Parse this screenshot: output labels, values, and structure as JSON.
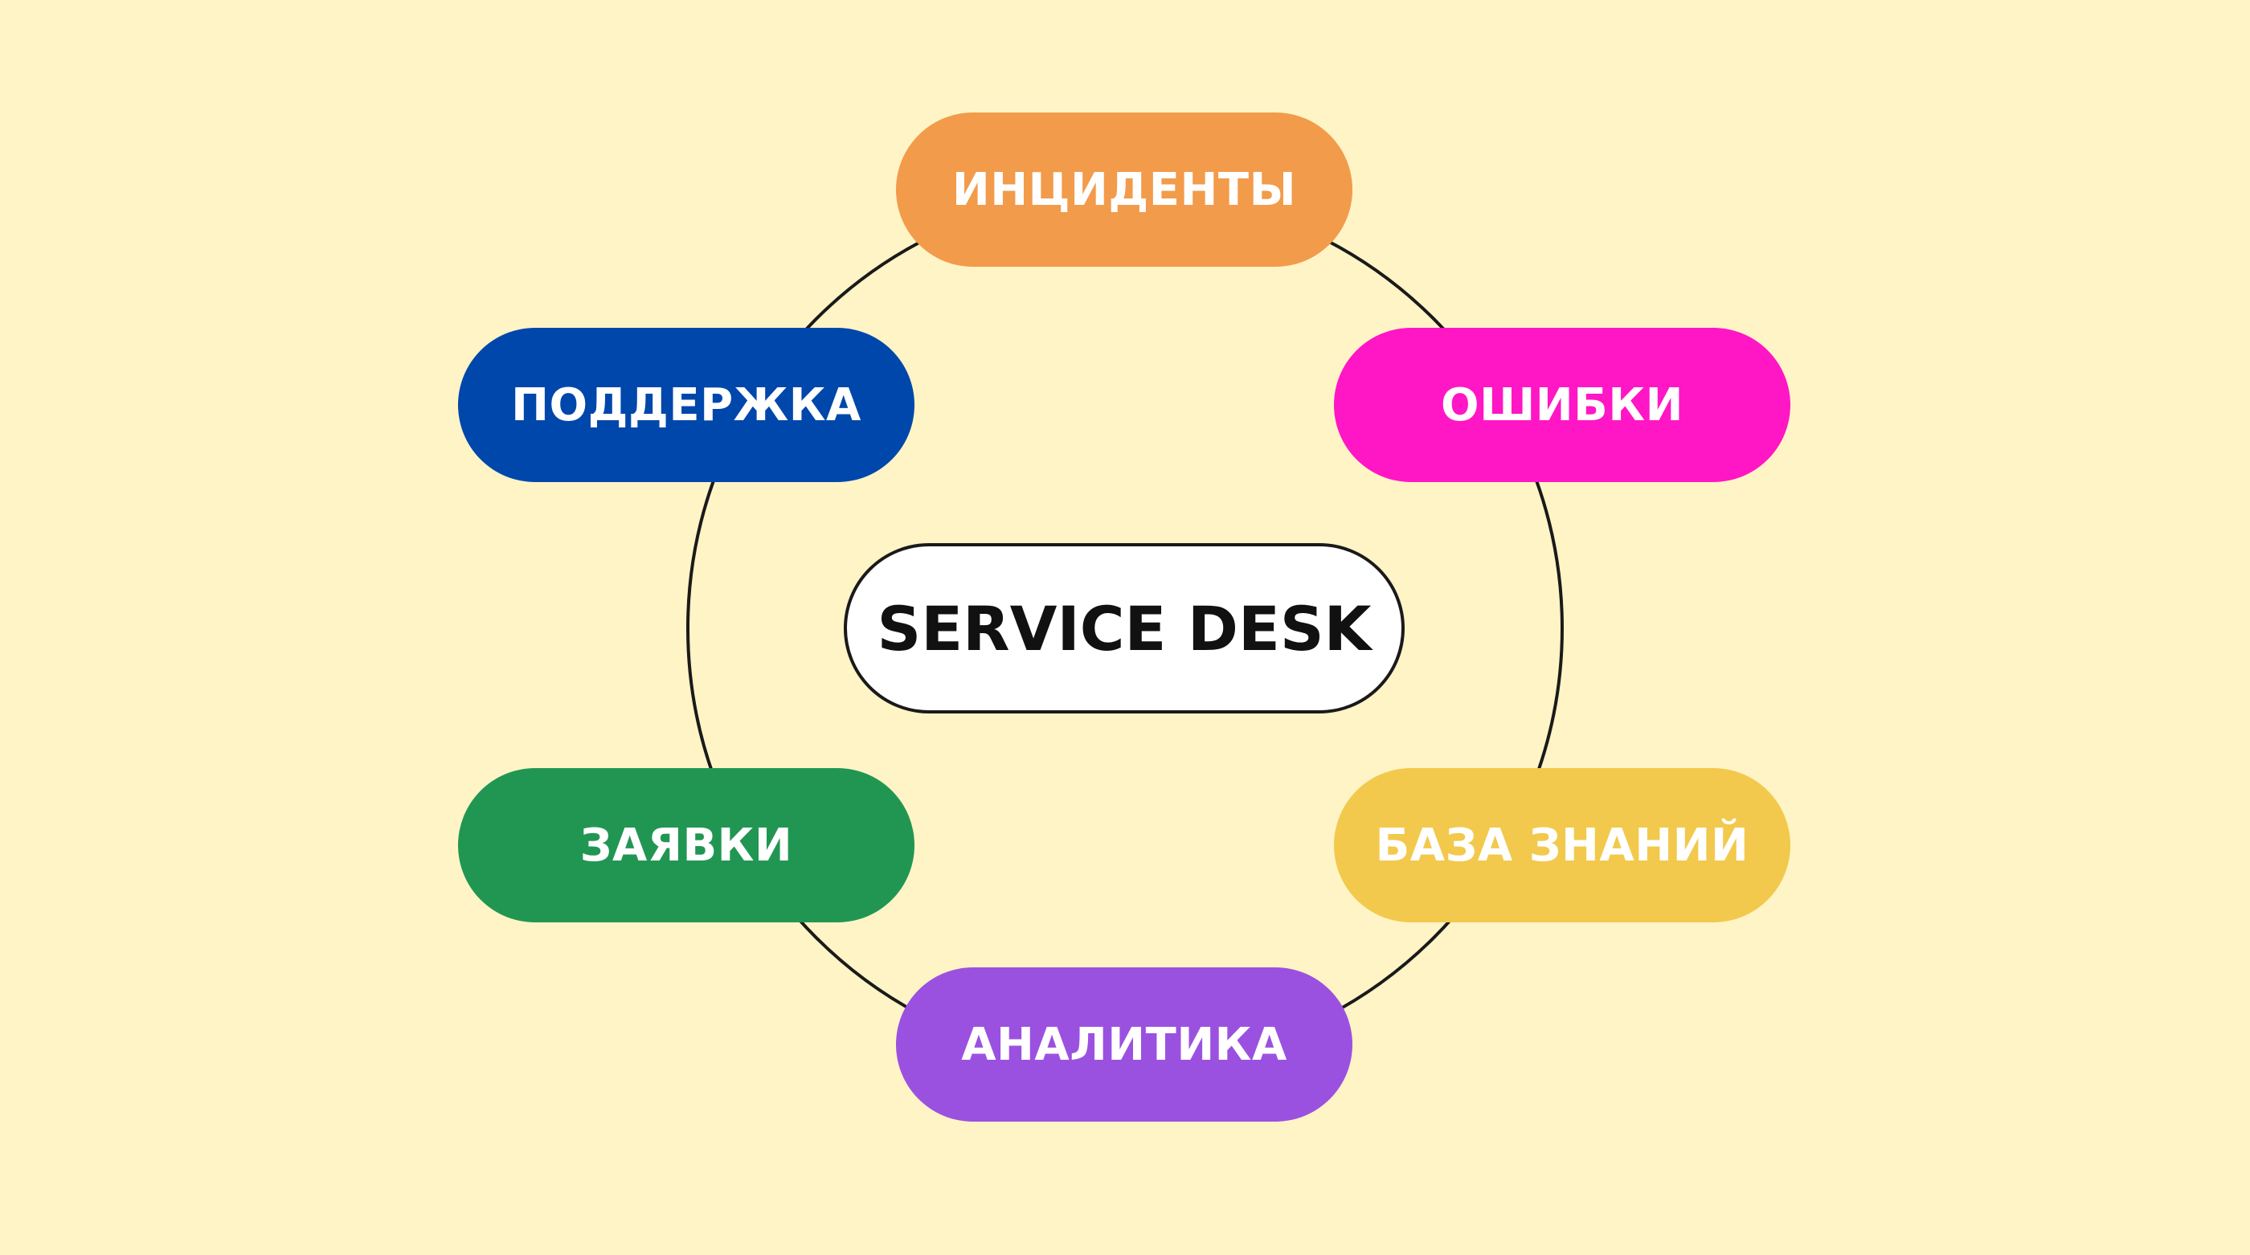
{
  "colors": {
    "background": "#FFF4C6",
    "ring": "#1A1A1A"
  },
  "center": {
    "label": "SERVICE DESK"
  },
  "nodes": [
    {
      "id": "incidents",
      "label": "ИНЦИДЕНТЫ",
      "color": "#F29B4B"
    },
    {
      "id": "errors",
      "label": "ОШИБКИ",
      "color": "#FF16C5"
    },
    {
      "id": "knowledge",
      "label": "БАЗА ЗНАНИЙ",
      "color": "#F2C94C"
    },
    {
      "id": "analytics",
      "label": "АНАЛИТИКА",
      "color": "#9B51E0"
    },
    {
      "id": "requests",
      "label": "ЗАЯВКИ",
      "color": "#219653"
    },
    {
      "id": "support",
      "label": "ПОДДЕРЖКА",
      "color": "#0047AB"
    }
  ]
}
